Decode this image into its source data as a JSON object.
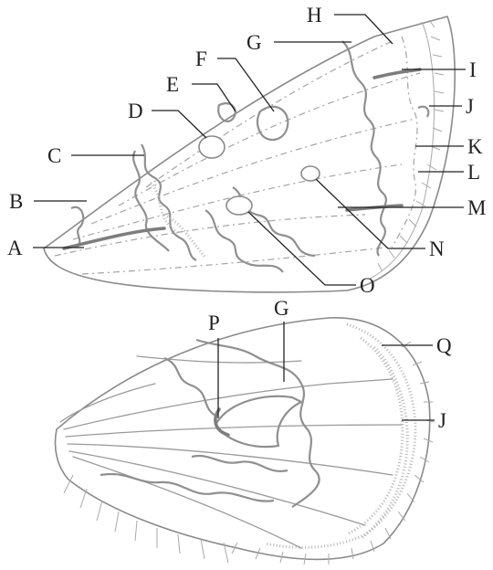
{
  "forewing": {
    "labels": {
      "A": "A",
      "B": "B",
      "C": "C",
      "D": "D",
      "E": "E",
      "F": "F",
      "G": "G",
      "H": "H",
      "I": "I",
      "J": "J",
      "K": "K",
      "L": "L",
      "M": "M",
      "N": "N",
      "O": "O"
    }
  },
  "hindwing": {
    "labels": {
      "P": "P",
      "G": "G",
      "Q": "Q",
      "J": "J"
    }
  },
  "colors": {
    "stroke": "#8a8a8a",
    "label": "#222222",
    "background": "#ffffff"
  }
}
